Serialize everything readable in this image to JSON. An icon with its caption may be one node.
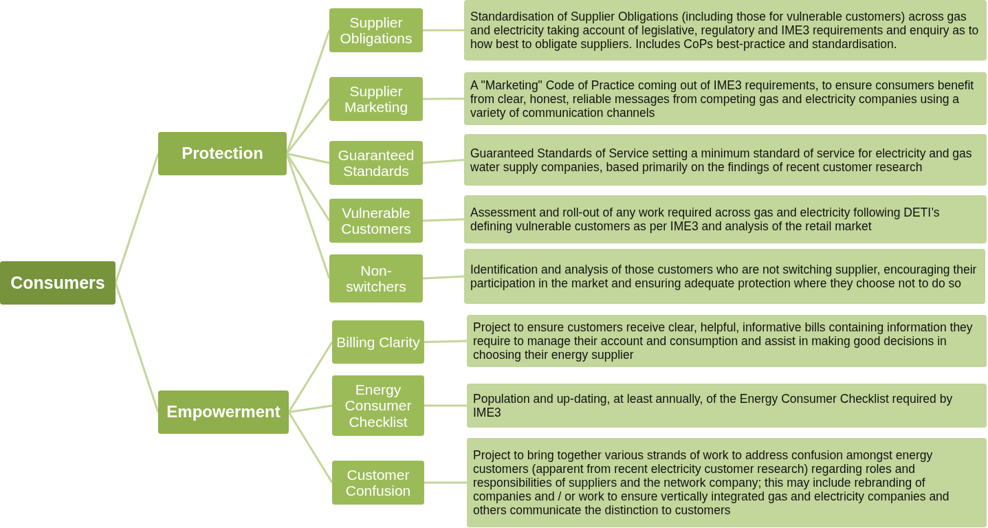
{
  "diagram": {
    "nodes": [
      {
        "text": [
          "Consumers"
        ]
      },
      {
        "text": [
          "Protection"
        ]
      },
      {
        "text": [
          "Supplier Obligations"
        ]
      },
      {
        "text": [
          "Standardisation of Supplier Obligations (including those for vulnerable customers) across gas and electricity taking account of legislative, regulatory and IME3 requirements and enquiry as to how best to obligate suppliers. Includes CoPs best-practice and standardisation."
        ]
      },
      {
        "text": [
          "Supplier Marketing"
        ]
      },
      {
        "text": [
          "A \"Marketing\" Code of Practice  coming out of IME3 requirements, to ensure consumers benefit from clear, honest, reliable messages from competing gas and electricity companies using a variety of communication channels"
        ]
      },
      {
        "text": [
          "Guaranteed Standards"
        ]
      },
      {
        "text": [
          "Guaranteed Standards of Service setting a minimum standard of service for electricity and gas water supply companies, based primarily on the findings of recent customer research"
        ]
      },
      {
        "text": [
          "Vulnerable Customers"
        ]
      },
      {
        "text": [
          "Assessment and roll-out of any work required across gas and electricity following DETI’s defining vulnerable customers as per IME3 and analysis of the retail market"
        ]
      },
      {
        "text": [
          "Non-switchers"
        ]
      },
      {
        "text": [
          "Identification and analysis of those customers who are not switching supplier, encouraging their participation in the market and ensuring  adequate protection where they choose not to do so"
        ]
      },
      {
        "text": [
          "Empowerment"
        ]
      },
      {
        "text": [
          "Billing Clarity"
        ]
      },
      {
        "text": [
          "Project to ensure customers receive clear, helpful, informative bills containing information they require to manage their account and consumption and assist in making good decisions in choosing their energy supplier"
        ]
      },
      {
        "text": [
          "Energy Consumer Checklist"
        ]
      },
      {
        "text": [
          "Population and up-dating, at least annually, of the Energy Consumer Checklist required by IME3"
        ]
      },
      {
        "text": [
          "Customer Confusion"
        ]
      },
      {
        "text": [
          "Project to bring together various strands of work to address confusion amongst energy customers (apparent from recent electricity customer research) regarding roles and responsibilities of suppliers and the network company; this may include rebranding of companies and / or work to ensure vertically integrated gas and electricity companies and others communicate the distinction to customers"
        ]
      }
    ],
    "edges": [
      {
        "from": 0,
        "to": 1,
        "arrow": "none"
      },
      {
        "from": 0,
        "to": 12,
        "arrow": "none"
      },
      {
        "from": 1,
        "to": 2,
        "arrow": "none"
      },
      {
        "from": 1,
        "to": 4,
        "arrow": "none"
      },
      {
        "from": 1,
        "to": 6,
        "arrow": "none"
      },
      {
        "from": 1,
        "to": 8,
        "arrow": "none"
      },
      {
        "from": 1,
        "to": 10,
        "arrow": "none"
      },
      {
        "from": 2,
        "to": 3,
        "arrow": "none"
      },
      {
        "from": 4,
        "to": 5,
        "arrow": "none"
      },
      {
        "from": 6,
        "to": 7,
        "arrow": "none"
      },
      {
        "from": 8,
        "to": 9,
        "arrow": "none"
      },
      {
        "from": 10,
        "to": 11,
        "arrow": "none"
      },
      {
        "from": 12,
        "to": 13,
        "arrow": "none"
      },
      {
        "from": 12,
        "to": 15,
        "arrow": "none"
      },
      {
        "from": 12,
        "to": 17,
        "arrow": "none"
      },
      {
        "from": 13,
        "to": 14,
        "arrow": "none"
      },
      {
        "from": 15,
        "to": 16,
        "arrow": "none"
      },
      {
        "from": 17,
        "to": 18,
        "arrow": "none"
      }
    ]
  }
}
